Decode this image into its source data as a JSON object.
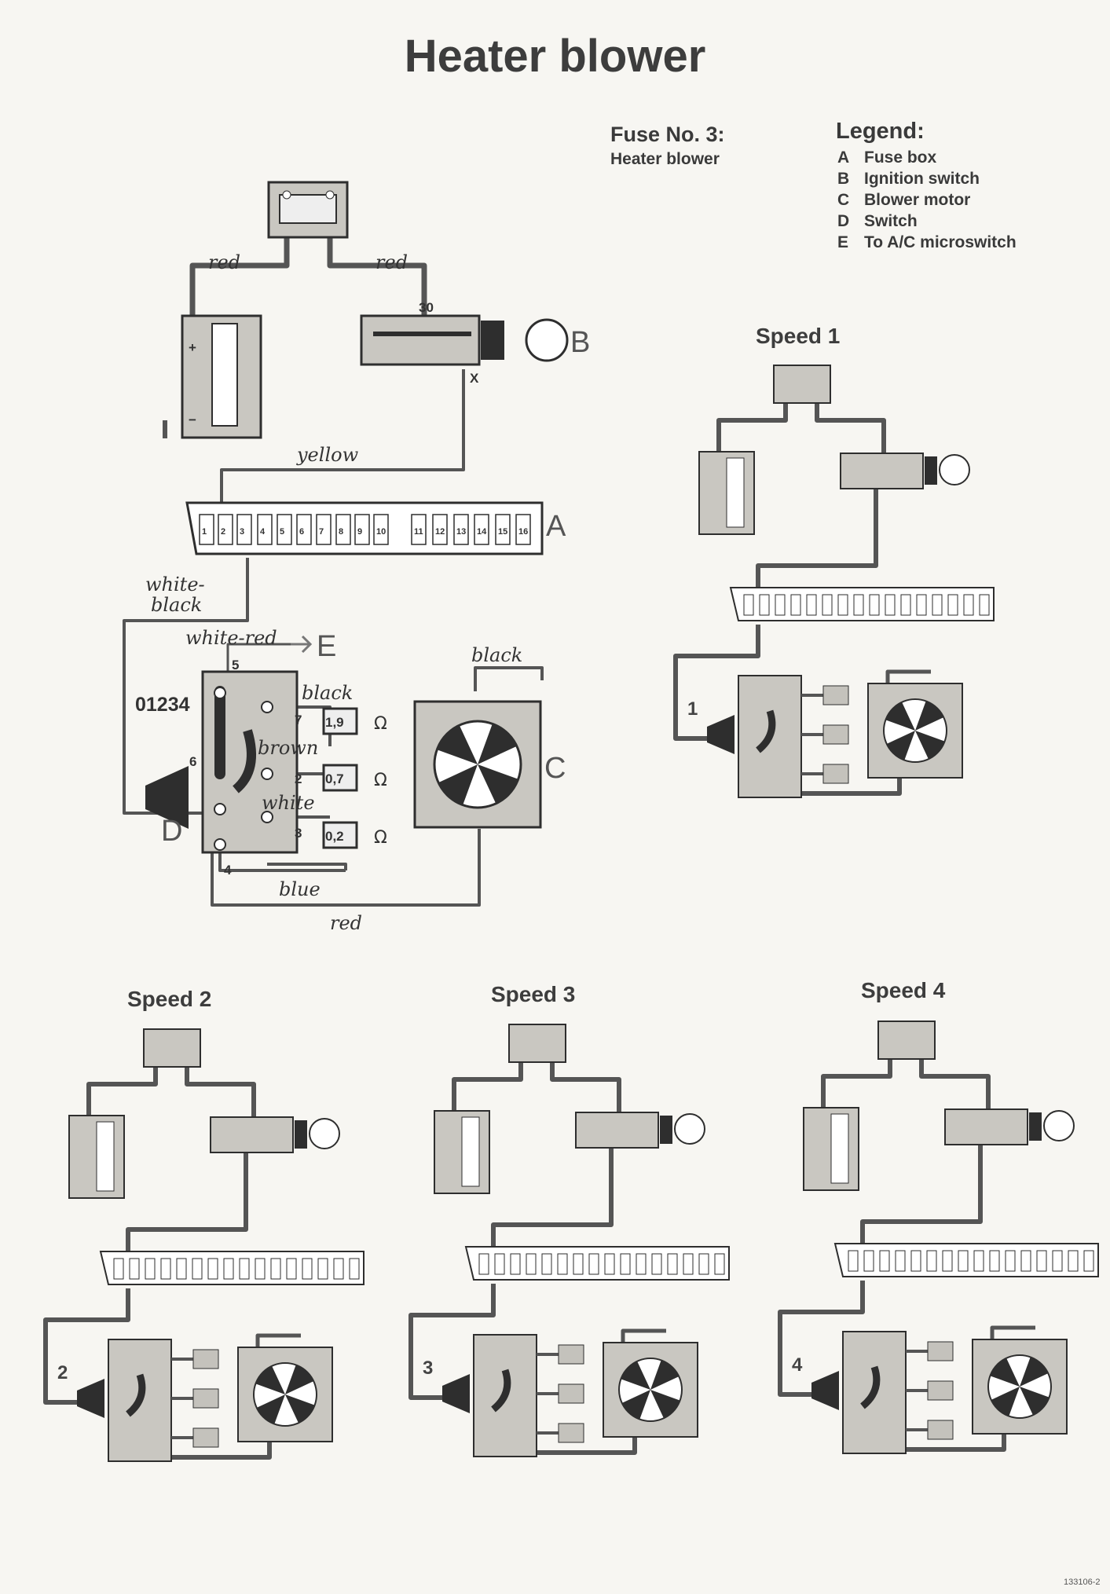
{
  "title": "Heater blower",
  "fuse": {
    "heading": "Fuse No. 3:",
    "sub": "Heater blower"
  },
  "legend": {
    "heading": "Legend:",
    "items": [
      {
        "key": "A",
        "label": "Fuse box"
      },
      {
        "key": "B",
        "label": "Ignition switch"
      },
      {
        "key": "C",
        "label": "Blower motor"
      },
      {
        "key": "D",
        "label": "Switch"
      },
      {
        "key": "E",
        "label": "To A/C microswitch"
      }
    ]
  },
  "main": {
    "component_letters": [
      "A",
      "B",
      "C",
      "D",
      "E"
    ],
    "wires": [
      "red",
      "red",
      "yellow",
      "white-",
      "black",
      "white-red",
      "black",
      "black",
      "brown",
      "white",
      "blue",
      "red"
    ],
    "switch_positions": "01234",
    "resistors": [
      "1,9",
      "0,7",
      "0,2"
    ],
    "ohm": "Ω",
    "terminals": [
      "30",
      "X",
      "5",
      "7",
      "2",
      "3",
      "4",
      "6"
    ],
    "fuse_numbers": [
      "1",
      "2",
      "3",
      "4",
      "5",
      "6",
      "7",
      "8",
      "9",
      "10",
      "11",
      "12",
      "13",
      "14",
      "15",
      "16"
    ]
  },
  "speeds": [
    {
      "label": "Speed 1",
      "position": "1"
    },
    {
      "label": "Speed 2",
      "position": "2"
    },
    {
      "label": "Speed 3",
      "position": "3"
    },
    {
      "label": "Speed 4",
      "position": "4"
    }
  ],
  "code": "133106-2"
}
